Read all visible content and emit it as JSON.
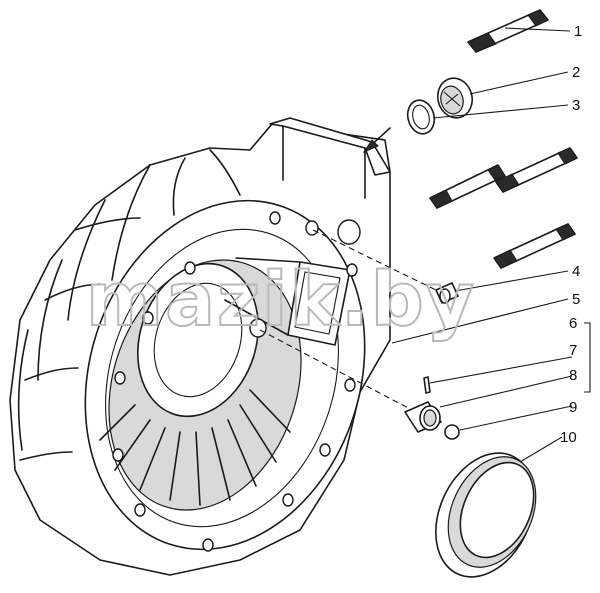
{
  "diagram": {
    "watermark": "mazik.by",
    "callouts": [
      "1",
      "2",
      "3",
      "4",
      "5",
      "6",
      "7",
      "8",
      "9",
      "10"
    ]
  }
}
